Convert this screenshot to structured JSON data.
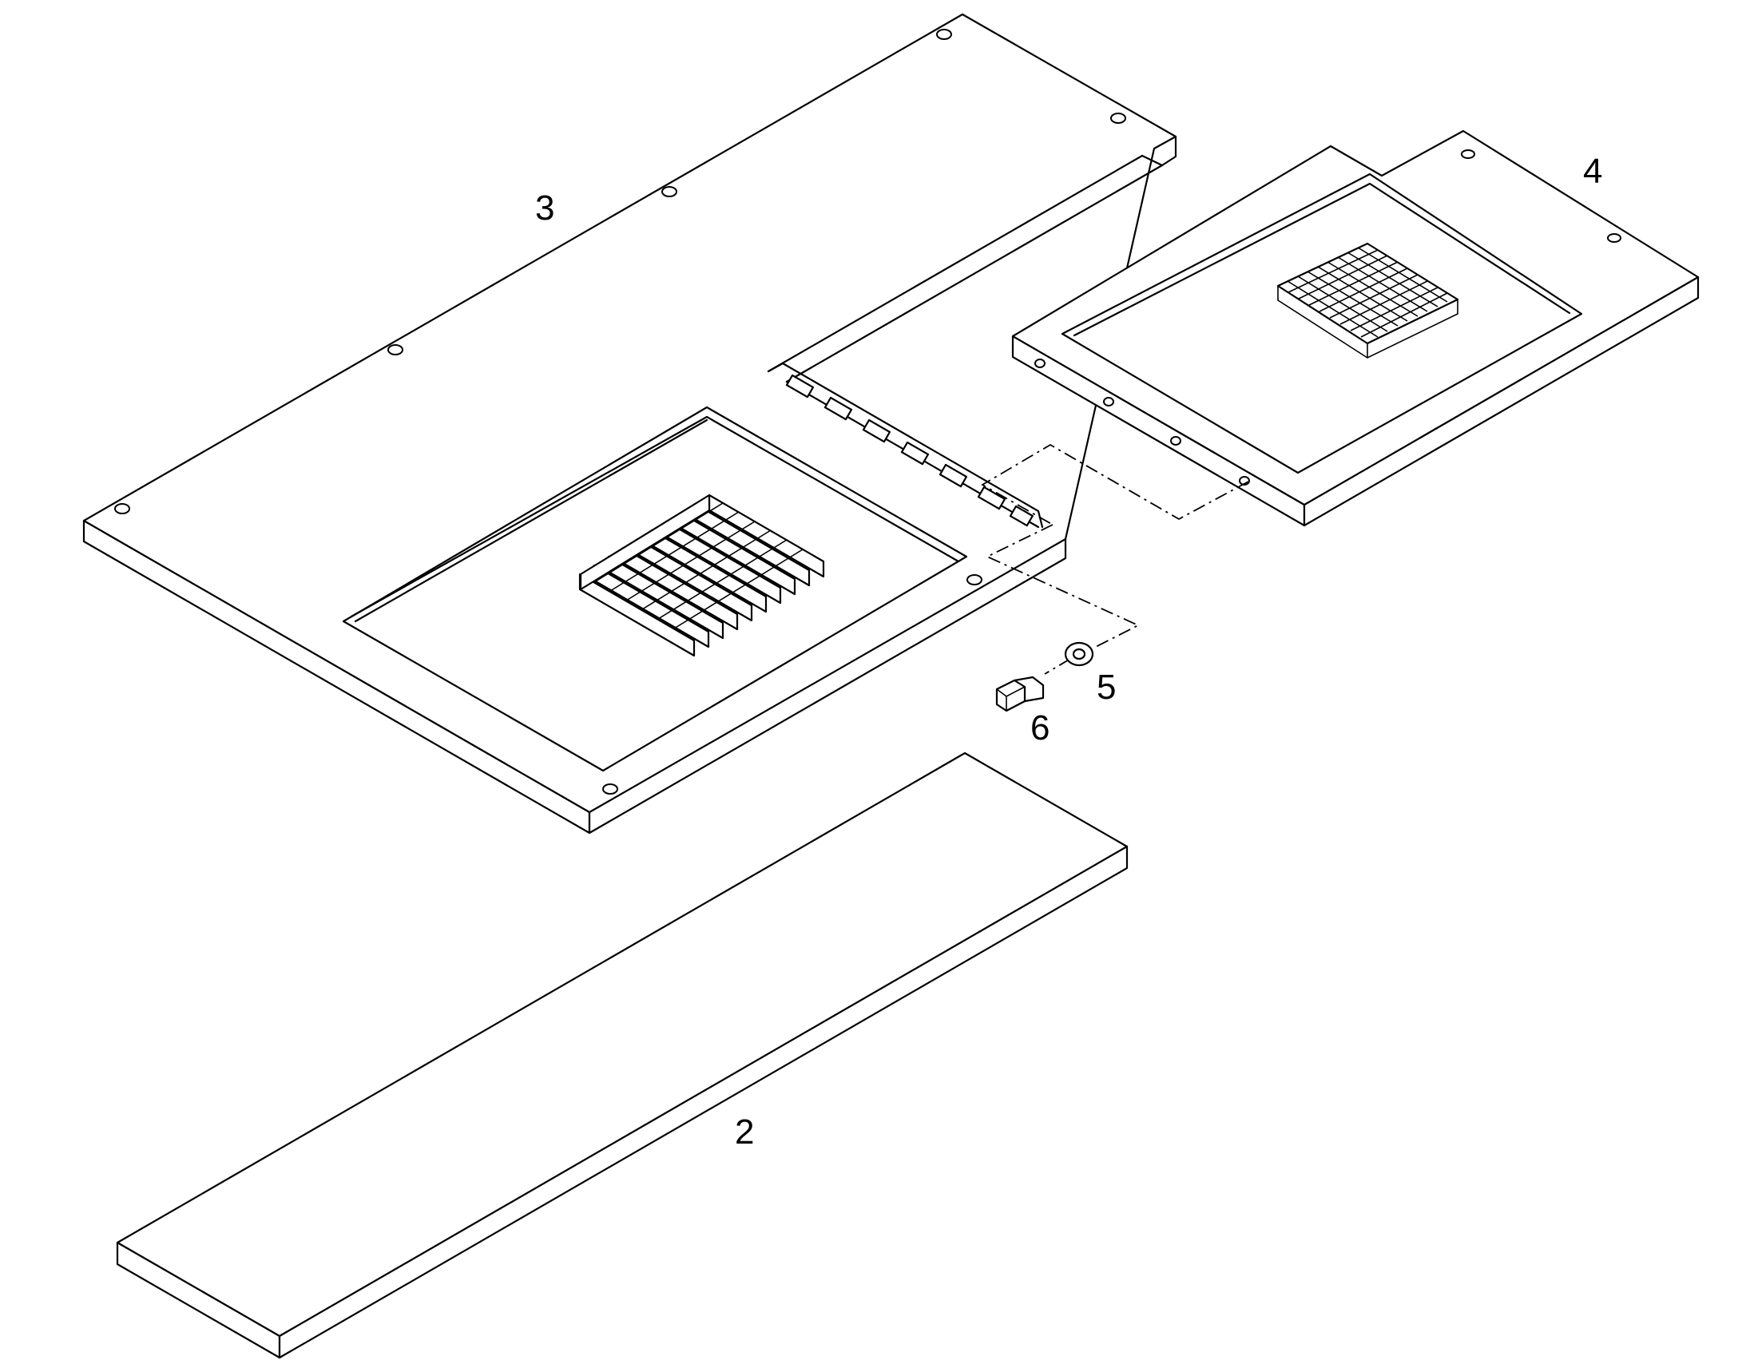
{
  "callouts": {
    "part_2": "2",
    "part_3": "3",
    "part_4": "4",
    "part_5": "5",
    "part_6": "6"
  }
}
